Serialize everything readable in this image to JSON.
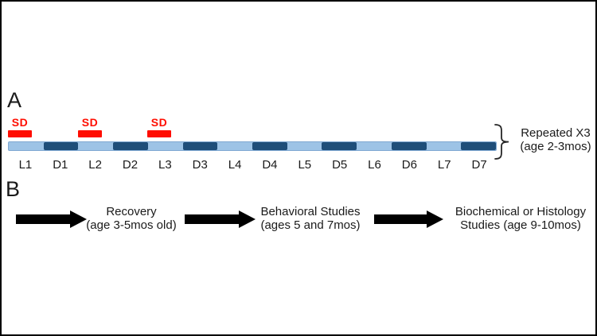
{
  "figure": {
    "panel_a": {
      "label": "A",
      "sleep_deprivation_marker": "SD",
      "cycle_segments": [
        {
          "label": "L1",
          "type": "light",
          "sd": true
        },
        {
          "label": "D1",
          "type": "dark",
          "sd": false
        },
        {
          "label": "L2",
          "type": "light",
          "sd": true
        },
        {
          "label": "D2",
          "type": "dark",
          "sd": false
        },
        {
          "label": "L3",
          "type": "light",
          "sd": true
        },
        {
          "label": "D3",
          "type": "dark",
          "sd": false
        },
        {
          "label": "L4",
          "type": "light",
          "sd": false
        },
        {
          "label": "D4",
          "type": "dark",
          "sd": false
        },
        {
          "label": "L5",
          "type": "light",
          "sd": false
        },
        {
          "label": "D5",
          "type": "dark",
          "sd": false
        },
        {
          "label": "L6",
          "type": "light",
          "sd": false
        },
        {
          "label": "D6",
          "type": "dark",
          "sd": false
        },
        {
          "label": "L7",
          "type": "light",
          "sd": false
        },
        {
          "label": "D7",
          "type": "dark",
          "sd": false
        }
      ],
      "repeat_note": {
        "line1": "Repeated X3",
        "line2": "(age 2-3mos)"
      }
    },
    "panel_b": {
      "label": "B",
      "steps": [
        {
          "line1": "Recovery",
          "line2": "(age 3-5mos old)"
        },
        {
          "line1": "Behavioral Studies",
          "line2": "(ages 5 and 7mos)"
        },
        {
          "line1": "Biochemical or Histology",
          "line2": "Studies (age 9-10mos)"
        }
      ]
    },
    "colors": {
      "light_phase": "#9DC3E6",
      "dark_phase": "#1F4E79",
      "sd_red": "#FF0D00",
      "arrow_black": "#000000",
      "frame_border": "#000000",
      "background": "#FFFFFF"
    }
  }
}
